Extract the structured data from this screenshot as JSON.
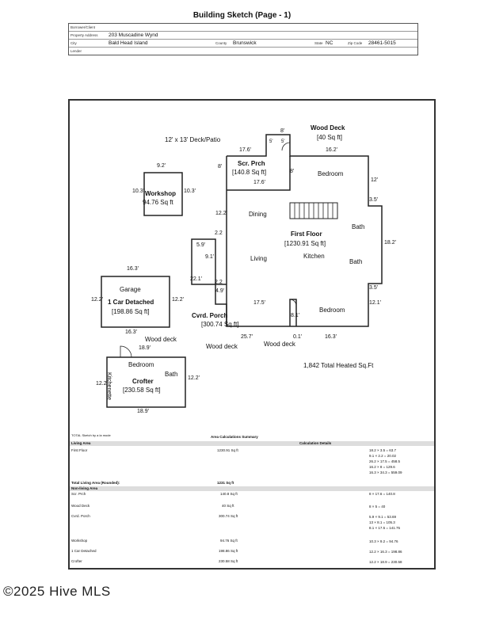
{
  "title": "Building Sketch (Page - 1)",
  "header": {
    "borrower_label": "Borrower/Client",
    "property_label": "Property Address",
    "property_value": "203 Muscadine Wynd",
    "city_label": "City",
    "city_value": "Bald Head Island",
    "county_label": "County",
    "county_value": "Brunswick",
    "state_label": "State",
    "state_value": "NC",
    "zip_label": "Zip Code",
    "zip_value": "28461-5015",
    "lender_label": "Lender"
  },
  "sketch": {
    "deck_patio": "12' x 13' Deck/Patio",
    "wood_deck_top": "Wood Deck",
    "wood_deck_top_area": "[40 Sq ft]",
    "scr_prch": "Scr. Prch",
    "scr_prch_area": "[140.8 Sq ft]",
    "workshop": "Workshop",
    "workshop_area": "94.76 Sq ft",
    "first_floor": "First Floor",
    "first_floor_area": "[1230.91 Sq ft]",
    "garage": "Garage",
    "car_detached": "1 Car Detached",
    "car_area": "[198.86 Sq ft]",
    "cvrd_porch": "Cvrd. Porch",
    "cvrd_area": "[300.74 Sq ft]",
    "crofter": "Crofter",
    "crofter_area": "[230.58 Sq ft]",
    "total": "1,842 Total Heated Sq.Ft",
    "rooms": [
      "Bedroom",
      "Dining",
      "Bath",
      "Living",
      "Kitchen",
      "Bath",
      "Bedroom",
      "Bedroom",
      "Bath",
      "Kitchenette"
    ],
    "wood_deck_labels": [
      "Wood deck",
      "Wood deck",
      "Wood deck"
    ],
    "dims": [
      "8'",
      "5'",
      "5'",
      "17.6'",
      "16.2'",
      "8'",
      "8'",
      "17.6'",
      "12'",
      "3.5'",
      "9.2'",
      "10.3'",
      "10.3'",
      "12.2'",
      "2.2",
      "18.2'",
      "5.9'",
      "9.1'",
      "22.1'",
      "2.2",
      "4.9'",
      "3.5'",
      "17.5'",
      "12.1'",
      "16.3'",
      "12.2'",
      "12.2'",
      "16.3'",
      "8.1'",
      "25.7'",
      "0.1'",
      "16.3'",
      "18.9'",
      "12.2'",
      "12.2'",
      "18.9'"
    ]
  },
  "calc": {
    "note": "TOTAL Sketch by a la mode",
    "summary_title": "Area Calculations Summary",
    "living_area": "Living Area",
    "calc_details": "Calculation Details",
    "first_floor": "First Floor",
    "first_floor_sqft": "1230.91 Sq ft",
    "ff_calcs": [
      "18.2 × 3.5 = 63.7",
      "9.1 × 2.2 = 20.02",
      "26.2 × 17.5 = 458.5",
      "16.2 × 8 = 129.6",
      "16.3 × 34.3 = 559.09"
    ],
    "total_living": "Total Living Area (Rounded):",
    "total_living_val": "1231 Sq ft",
    "non_living": "Non-living Area",
    "rows": [
      {
        "name": "Scr. Prch",
        "sqft": "140.8 Sq ft",
        "calc": [
          "8 × 17.6 = 140.8"
        ]
      },
      {
        "name": "Wood Deck",
        "sqft": "40 Sq ft",
        "calc": [
          "8 × 5 = 40"
        ]
      },
      {
        "name": "Cvrd. Porch",
        "sqft": "300.74 Sq ft",
        "calc": [
          "5.9 × 9.1 = 53.69",
          "13 × 8.1 = 105.3",
          "8.1 × 17.5 = 141.75"
        ]
      },
      {
        "name": "Workshop",
        "sqft": "94.76 Sq ft",
        "calc": [
          "10.3 × 9.2 = 94.76"
        ]
      },
      {
        "name": "1 Car Detached",
        "sqft": "198.86 Sq ft",
        "calc": [
          "12.2 × 16.3 = 198.86"
        ]
      },
      {
        "name": "Crofter",
        "sqft": "230.58 Sq ft",
        "calc": [
          "12.2 × 18.9 = 230.58"
        ]
      }
    ]
  },
  "watermark": "©2025 Hive MLS"
}
